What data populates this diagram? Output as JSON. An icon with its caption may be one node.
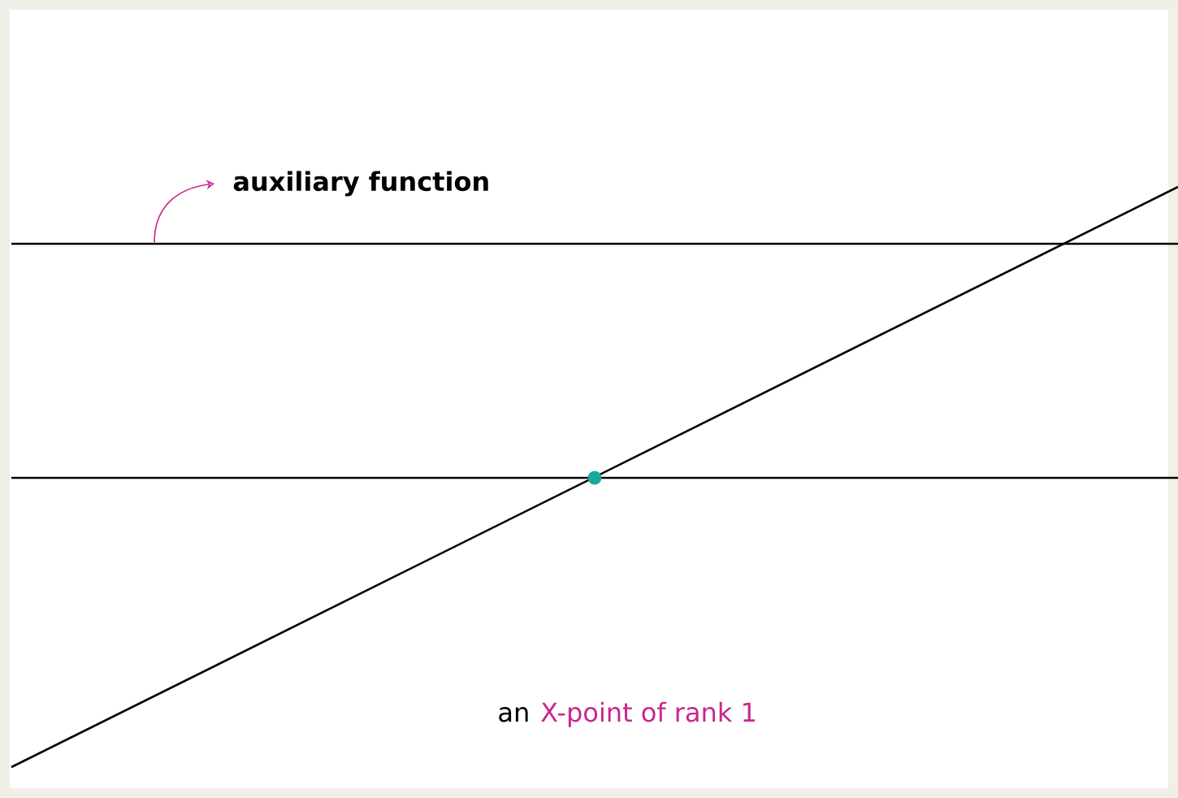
{
  "diagram": {
    "nodes": [
      {
        "text": [
          "auxiliary function"
        ]
      },
      {
        "text": [],
        "shape": "line"
      }
    ],
    "edges": [
      {
        "from": 1,
        "to": 0,
        "arrow": "to",
        "color": "#c8268f"
      }
    ],
    "labels": [
      "an",
      "X-point of rank 1"
    ]
  }
}
